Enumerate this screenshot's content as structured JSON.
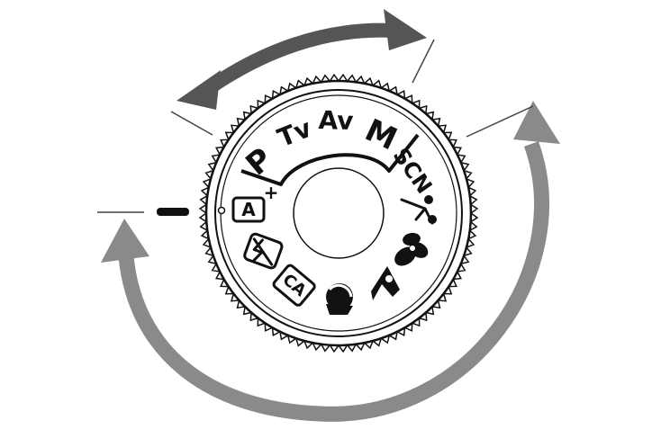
{
  "dial": {
    "modes": {
      "program": "P",
      "shutter_priority": "Tv",
      "aperture_priority": "Av",
      "manual": "M",
      "scene": "SCN",
      "scene_intelligent_auto": "A",
      "creative_auto": "CA"
    },
    "icons": [
      "scene-intelligent-auto-icon",
      "flash-off-icon",
      "creative-auto-icon",
      "portrait-icon",
      "landscape-icon",
      "close-up-icon",
      "sports-icon"
    ]
  },
  "arrows": {
    "creative_zone_arrow_color": "#555555",
    "basic_zone_arrow_color": "#8a8a8a"
  },
  "colors": {
    "ink": "#111111",
    "background": "#ffffff"
  }
}
